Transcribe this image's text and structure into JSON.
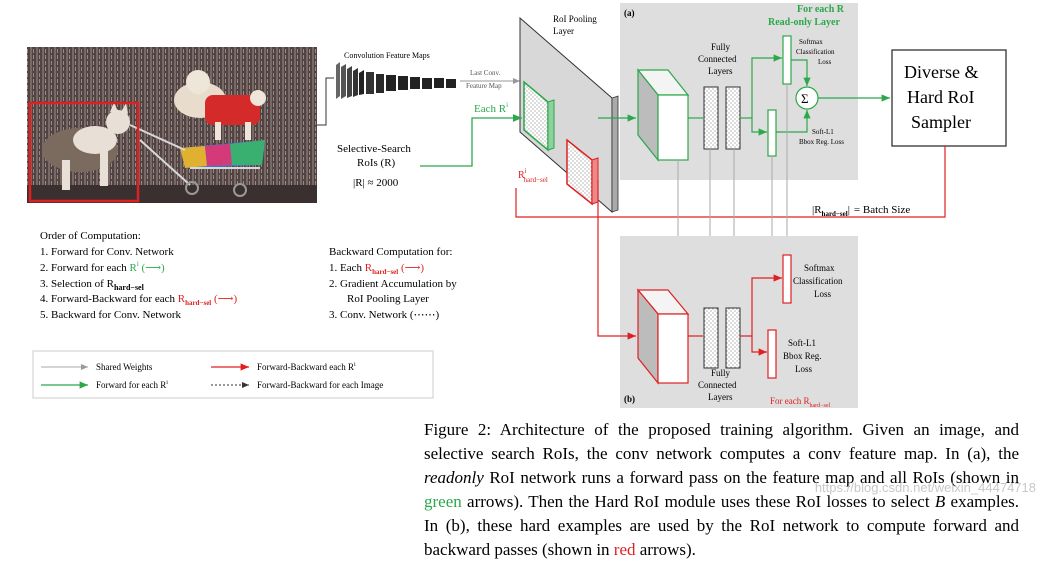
{
  "colors": {
    "green": "#2aa84a",
    "red": "#e02020",
    "panel_bg": "#dedede",
    "gray_line": "#9a9a9a"
  },
  "labels": {
    "conv_maps": "Convolution Feature Maps",
    "last_conv_1": "Last Conv.",
    "last_conv_2": "Feature Map",
    "roi_pool_1": "RoI Pooling",
    "roi_pool_2": "Layer",
    "each_r": "Each R",
    "each_r_sup": "i",
    "ss_1": "Selective-Search",
    "ss_2": "RoIs (R)",
    "ss_3": "|R| ≈ 2000",
    "r_hard": "R",
    "r_hard_sup": "i",
    "r_hard_sub": "hard−sel",
    "panel_a": "(a)",
    "panel_b": "(b)",
    "for_each_r": "For each R",
    "readonly_layer": "Read-only Layer",
    "fc_1": "Fully",
    "fc_2": "Connected",
    "fc_3": "Layers",
    "softmax_a_1": "Softmax",
    "softmax_a_2": "Classification",
    "softmax_a_3": "Loss",
    "smoothl1_a_1": "Soft-L1",
    "smoothl1_a_2": "Bbox Reg. Loss",
    "sigma": "Σ",
    "diverse_1": "Diverse &",
    "diverse_2": "Hard RoI",
    "diverse_3": "Sampler",
    "batch_size": "= Batch Size",
    "batch_r": "|R",
    "batch_sub": "hard−sel",
    "batch_close": "|",
    "softmax_b_1": "Softmax",
    "softmax_b_2": "Classification",
    "softmax_b_3": "Loss",
    "smoothl1_b_1": "Soft-L1",
    "smoothl1_b_2": "Bbox Reg.",
    "smoothl1_b_3": "Loss",
    "fc_b_1": "Fully",
    "fc_b_2": "Connected",
    "fc_b_3": "Layers",
    "for_each_rhard": "For each R",
    "for_each_rhard_sub": "hard−sel"
  },
  "order": {
    "title": "Order of Computation:",
    "items": [
      "1.  Forward for Conv. Network",
      "2.  Forward for each ",
      "3.  Selection of R",
      "4.  Forward-Backward for each ",
      "5.  Backward for Conv. Network"
    ],
    "item2_green": "R",
    "item3_sub": "hard−sel",
    "item4_red": "R",
    "item4_sub": "hard−sel"
  },
  "backward": {
    "title": "Backward Computation for:",
    "item1": "1.  Each ",
    "item1_red": "R",
    "item1_sub": "hard−sel",
    "item2a": "2.  Gradient Accumulation by",
    "item2b": "RoI Pooling Layer",
    "item3": "3.  Conv. Network ("
  },
  "legend": {
    "shared": "Shared Weights",
    "fwd_each": "Forward for each R",
    "fwdbwd_each": "Forward-Backward each R",
    "fwdbwd_image": "Forward-Backward for each Image"
  },
  "caption": {
    "p1": "Figure 2:  Architecture of the proposed training algorithm.  Given an image, and selective search RoIs, the conv network computes a conv feature map.  In (a), the ",
    "readonly": "readonly",
    "p2": " RoI network runs a forward pass on the feature map and all RoIs (shown in ",
    "green": "green",
    "p3": " arrows). Then the Hard RoI module uses these RoI losses to select ",
    "B": "B",
    "p4": " examples. In (b), these hard examples are used by the RoI network to compute forward and backward passes (shown in ",
    "red": "red",
    "p5": " arrows)."
  },
  "watermark": "https://blog.csdn.net/weixin_44474718"
}
